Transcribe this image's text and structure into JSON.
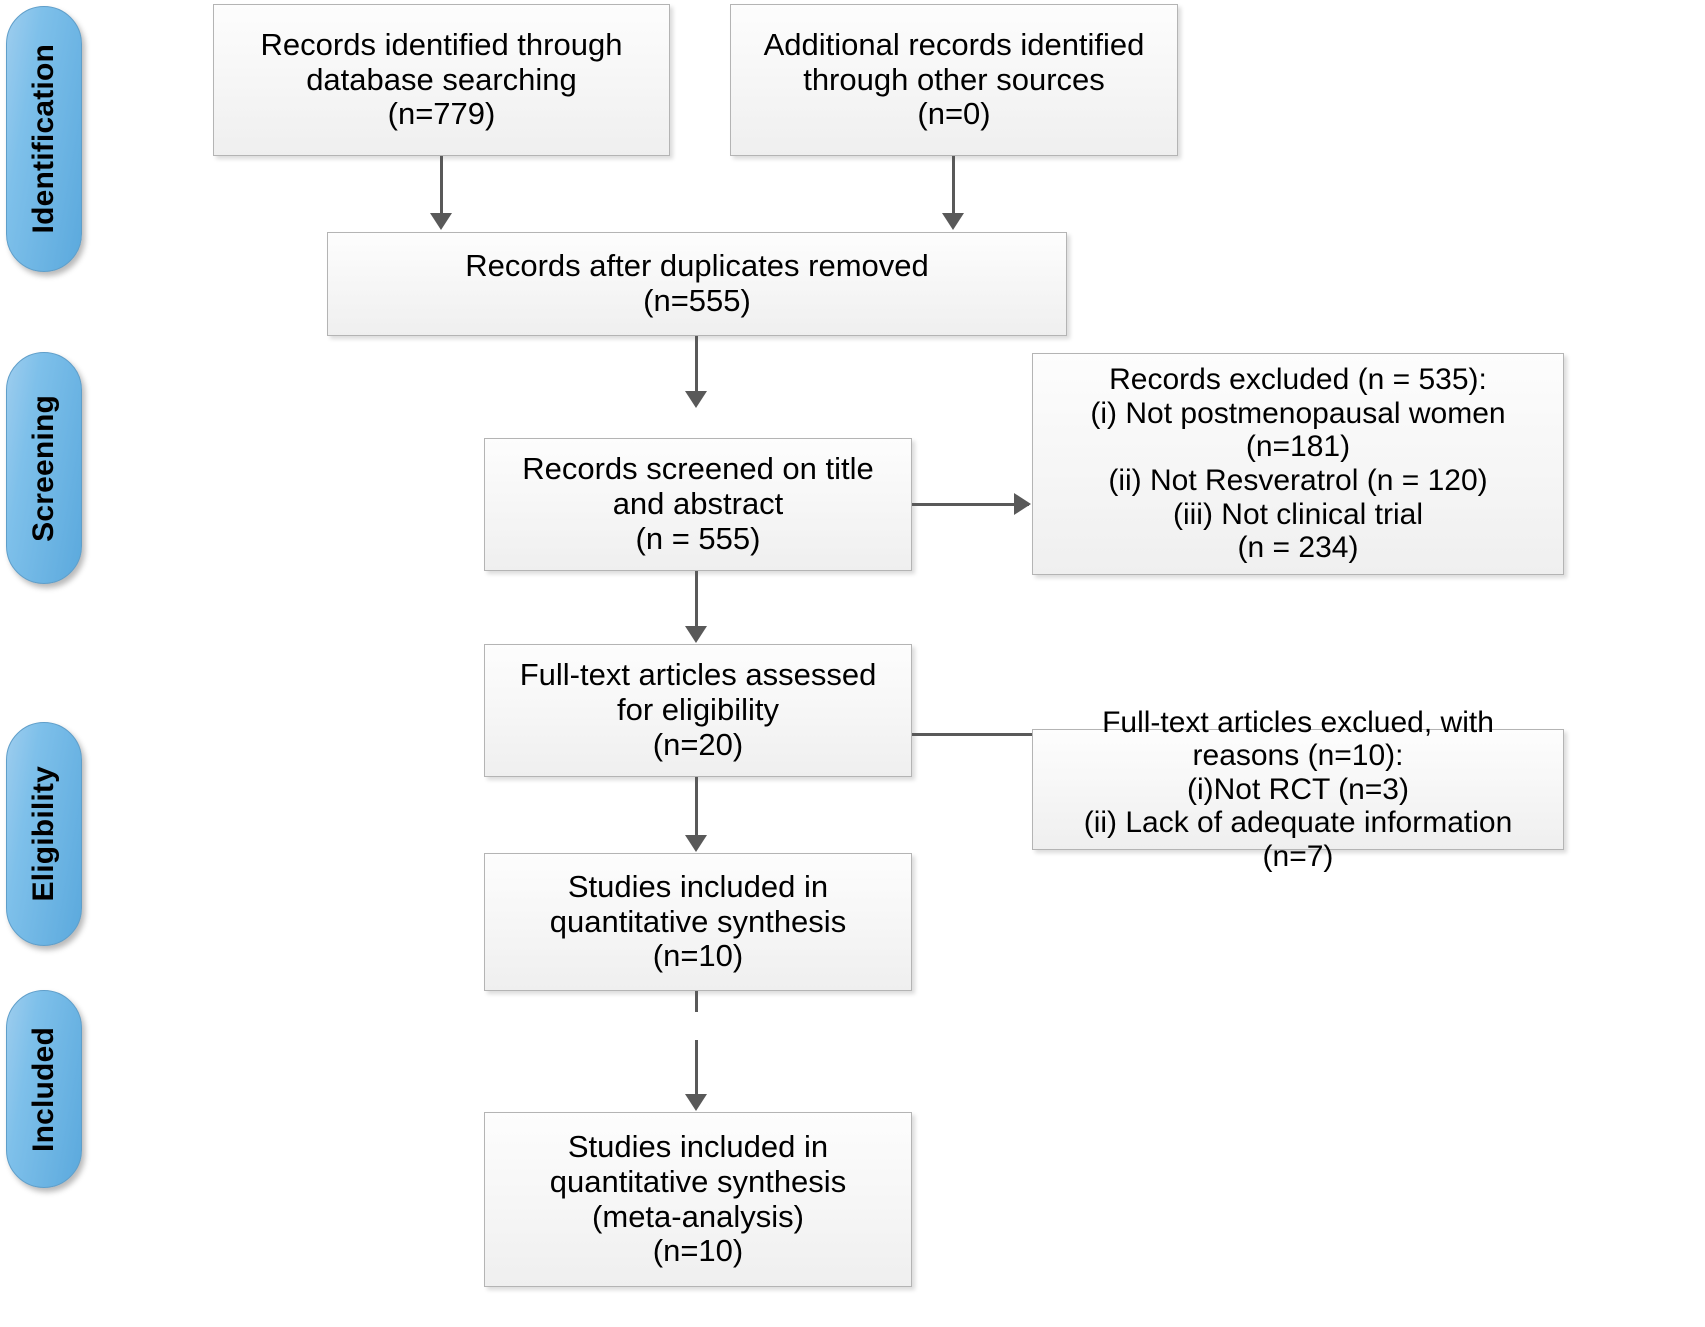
{
  "diagram": {
    "title": "PRISMA flow diagram",
    "stages": [
      {
        "id": "identification",
        "label": "Identification"
      },
      {
        "id": "screening",
        "label": "Screening"
      },
      {
        "id": "eligibility",
        "label": "Eligibility"
      },
      {
        "id": "included",
        "label": "Included"
      }
    ],
    "boxes": [
      {
        "id": "records-identified-database",
        "text": "Records identified through\ndatabase searching\n(n=779)"
      },
      {
        "id": "additional-records-other-sources",
        "text": "Additional records identified\nthrough other sources\n(n=0)"
      },
      {
        "id": "records-after-duplicates-removed",
        "text": "Records after duplicates removed\n(n=555)"
      },
      {
        "id": "records-screened",
        "text": "Records screened on title\nand abstract\n(n = 555)"
      },
      {
        "id": "records-excluded",
        "text": "Records excluded (n = 535):\n(i) Not postmenopausal women\n(n=181)\n(ii) Not Resveratrol (n = 120)\n(iii) Not clinical trial\n(n = 234)"
      },
      {
        "id": "full-text-assessed",
        "text": "Full-text articles assessed\nfor eligibility\n(n=20)"
      },
      {
        "id": "full-text-excluded",
        "text": "Full-text articles exclued, with\nreasons (n=10):\n(i)Not RCT (n=3)\n(ii) Lack of adequate information\n(n=7)"
      },
      {
        "id": "studies-included-quantitative",
        "text": "Studies included in\nquantitative synthesis\n(n=10)"
      },
      {
        "id": "studies-included-meta-analysis",
        "text": "Studies included in\nquantitative synthesis\n(meta-analysis)\n(n=10)"
      }
    ],
    "colors": {
      "pill_light": "#9ecdee",
      "pill_dark": "#5ba9dd",
      "pill_border": "#5f9ec9",
      "box_fill": "#f7f7f7",
      "box_border": "#b4b4b4",
      "connector": "#595959",
      "text": "#000000",
      "background": "#ffffff"
    }
  }
}
